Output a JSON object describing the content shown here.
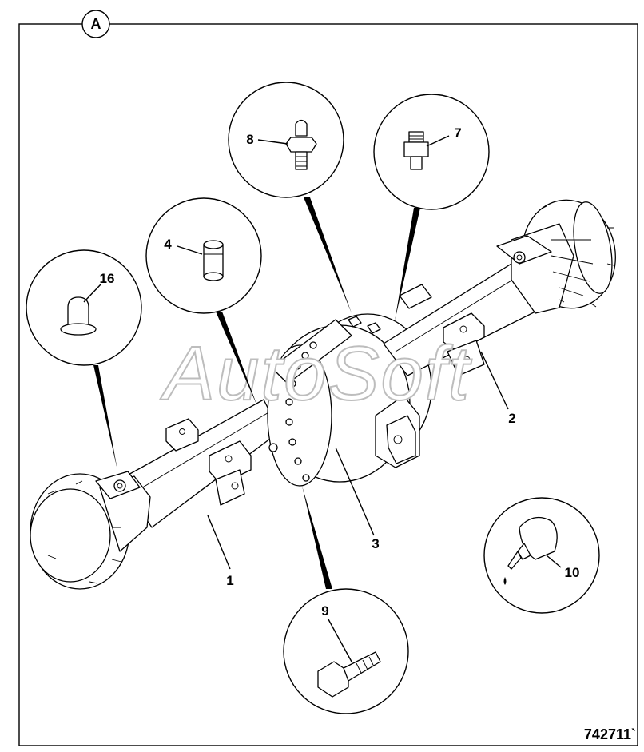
{
  "view_label": "A",
  "reference_number": "742711`",
  "watermark": "AutoSoft",
  "callouts": [
    {
      "id": "1",
      "text": "1"
    },
    {
      "id": "2",
      "text": "2"
    },
    {
      "id": "3",
      "text": "3"
    },
    {
      "id": "4",
      "text": "4"
    },
    {
      "id": "7",
      "text": "7"
    },
    {
      "id": "8",
      "text": "8"
    },
    {
      "id": "9",
      "text": "9"
    },
    {
      "id": "10",
      "text": "10"
    },
    {
      "id": "16",
      "text": "16"
    }
  ]
}
